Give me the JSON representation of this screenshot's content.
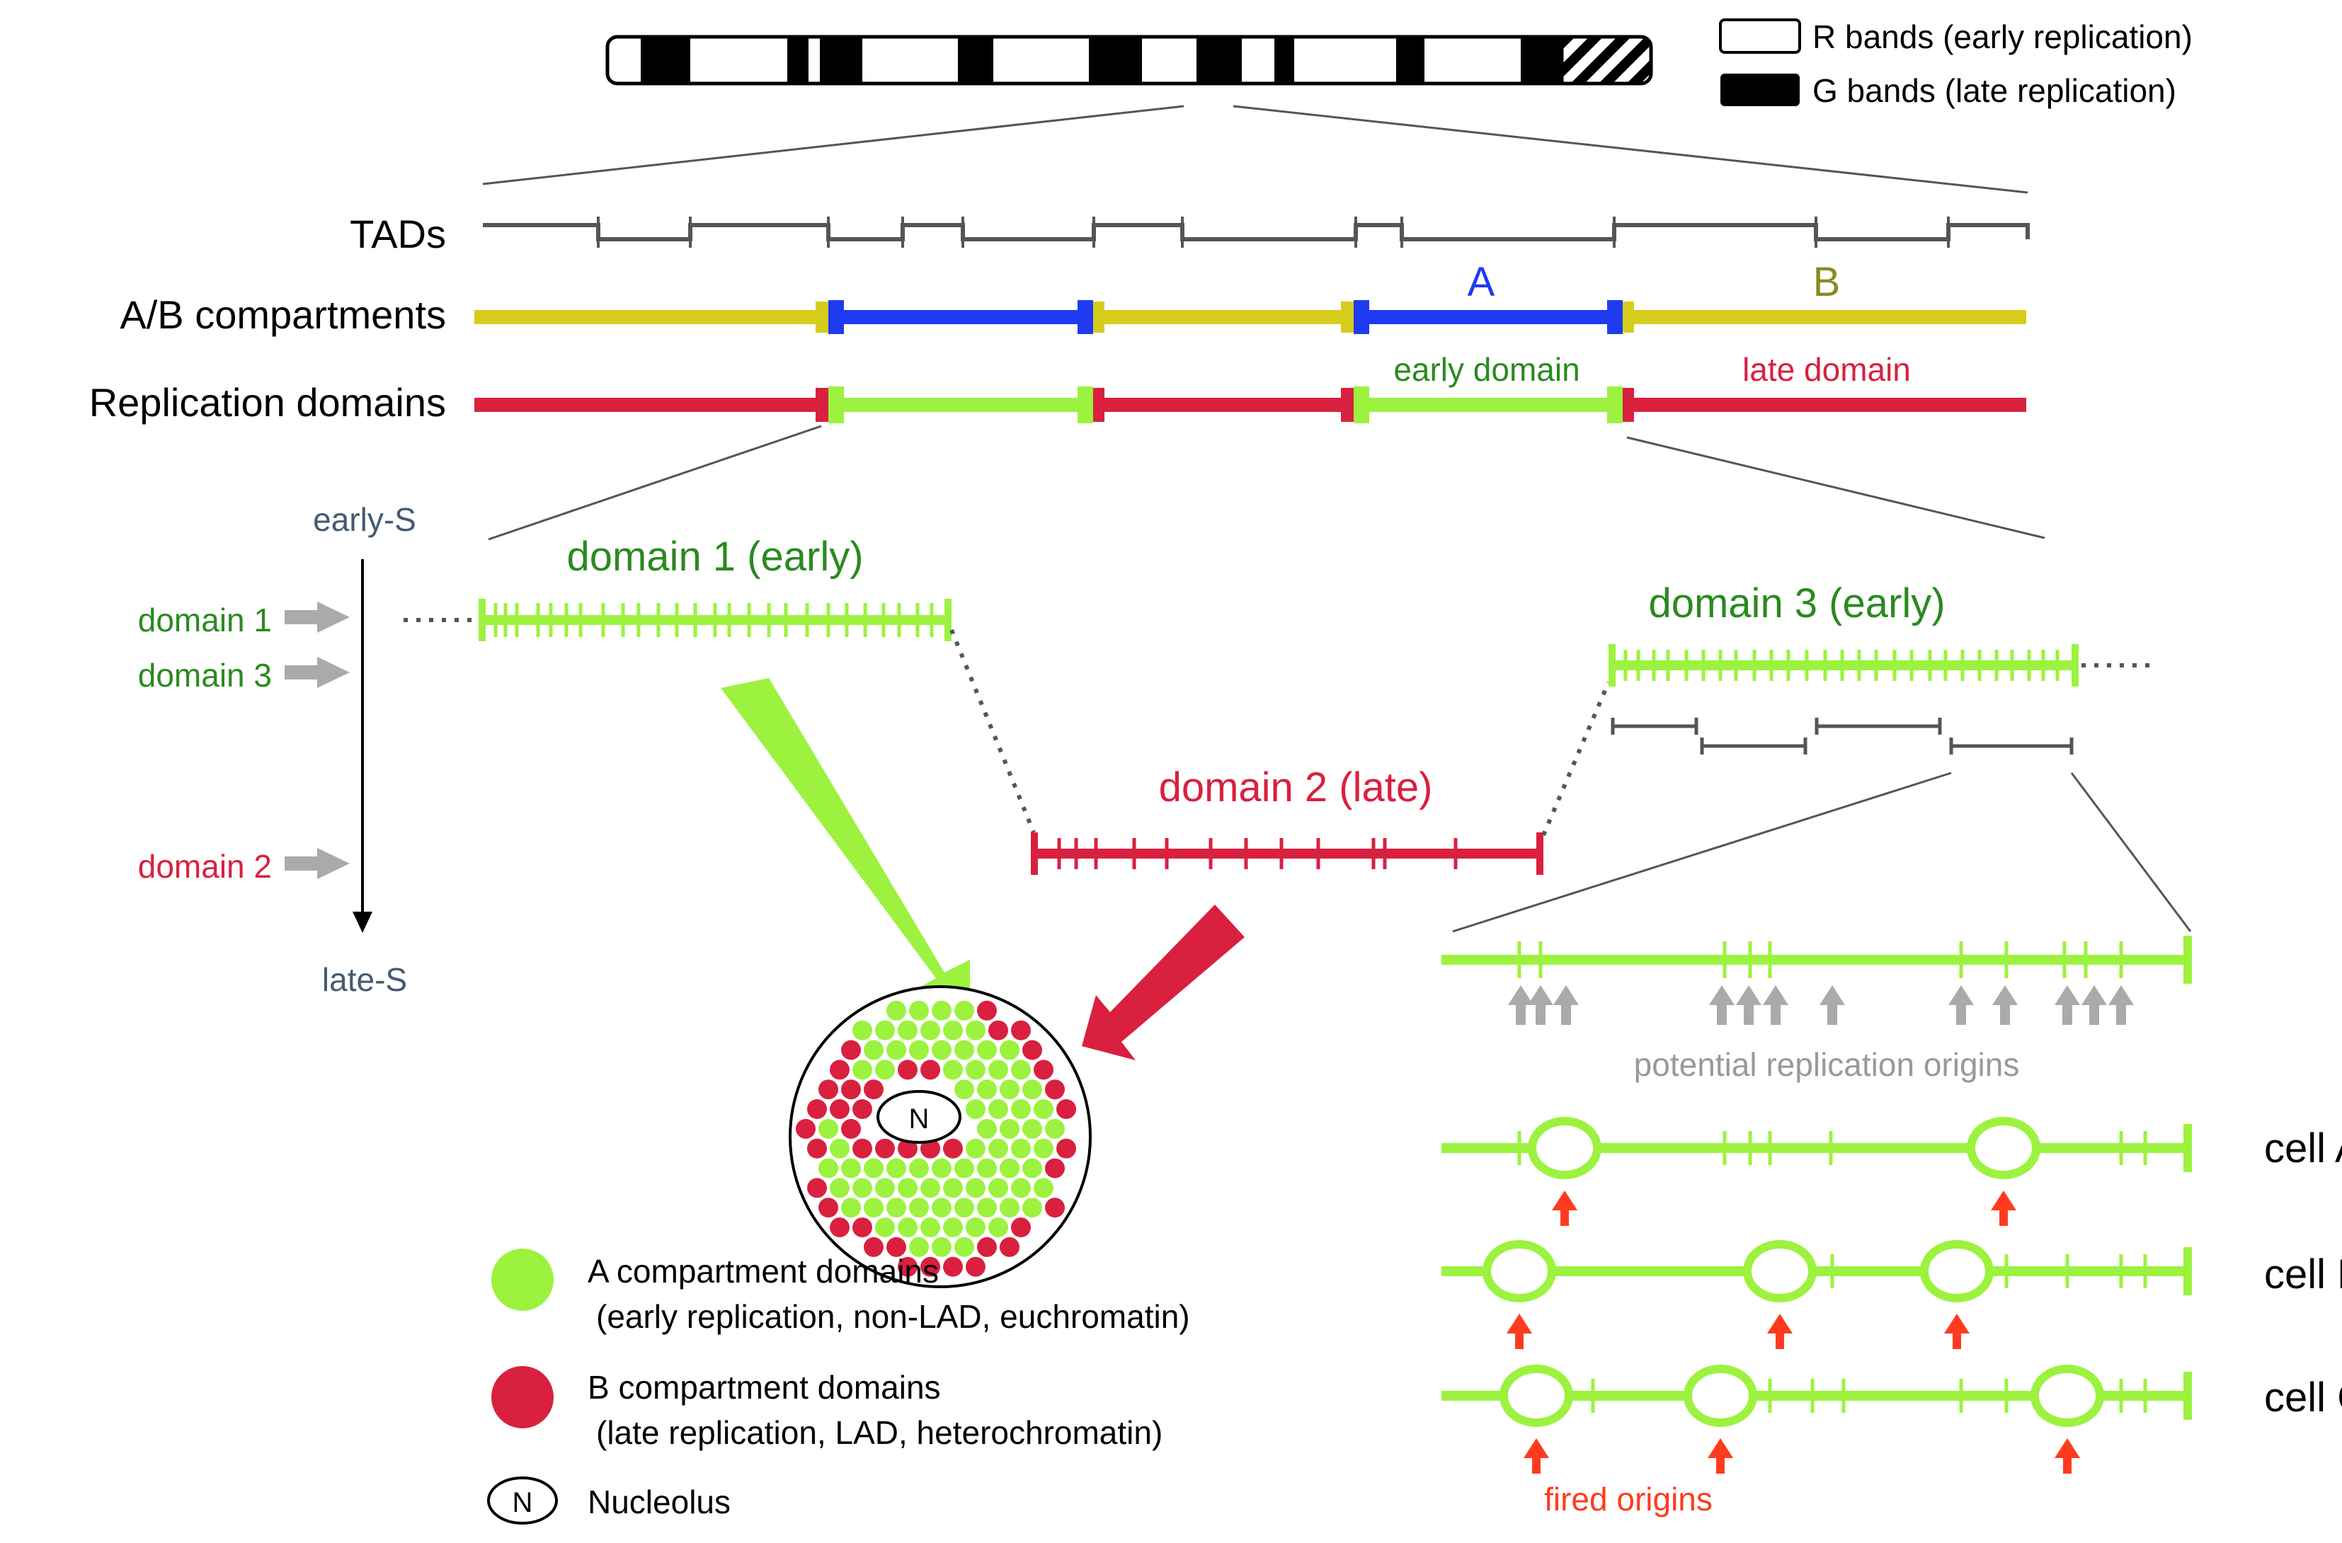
{
  "legend_top": {
    "r_bands": "R bands (early replication)",
    "g_bands": "G bands (late replication)"
  },
  "tracks": {
    "tads": "TADs",
    "ab_compartments": "A/B compartments",
    "replication_domains": "Replication domains",
    "label_a": "A",
    "label_b": "B",
    "early_domain": "early domain",
    "late_domain": "late domain"
  },
  "timeline": {
    "start": "early-S",
    "end": "late-S",
    "domain1": "domain 1",
    "domain3": "domain 3",
    "domain2": "domain 2"
  },
  "domains": {
    "domain1_title": "domain 1 (early)",
    "domain2_title": "domain 2 (late)",
    "domain3_title": "domain 3 (early)"
  },
  "origins": {
    "potential": "potential replication origins",
    "fired": "fired origins",
    "cell_a": "cell A",
    "cell_b": "cell B",
    "cell_c": "cell C"
  },
  "legend_bottom": {
    "a_title": "A compartment domains",
    "a_desc": "(early replication, non-LAD, euchromatin)",
    "b_title": "B compartment domains",
    "b_desc": "(late replication, LAD, heterochromatin)",
    "nucleolus_symbol": "N",
    "nucleolus": "Nucleolus"
  },
  "colors": {
    "early_green": "#9cf23f",
    "late_red": "#d9203f",
    "a_blue": "#1f3bf0",
    "b_yellow": "#d6cc1b",
    "gray": "#555555",
    "arrow_gray": "#aaaaaa",
    "fired_red": "#ff3b1f",
    "label_green": "#2a8a1f",
    "label_olive": "#8a8a1f"
  },
  "icons": {
    "chromosome": "chromosome-ideogram",
    "nucleus": "nucleus-circle",
    "arrow": "arrow-icon"
  }
}
